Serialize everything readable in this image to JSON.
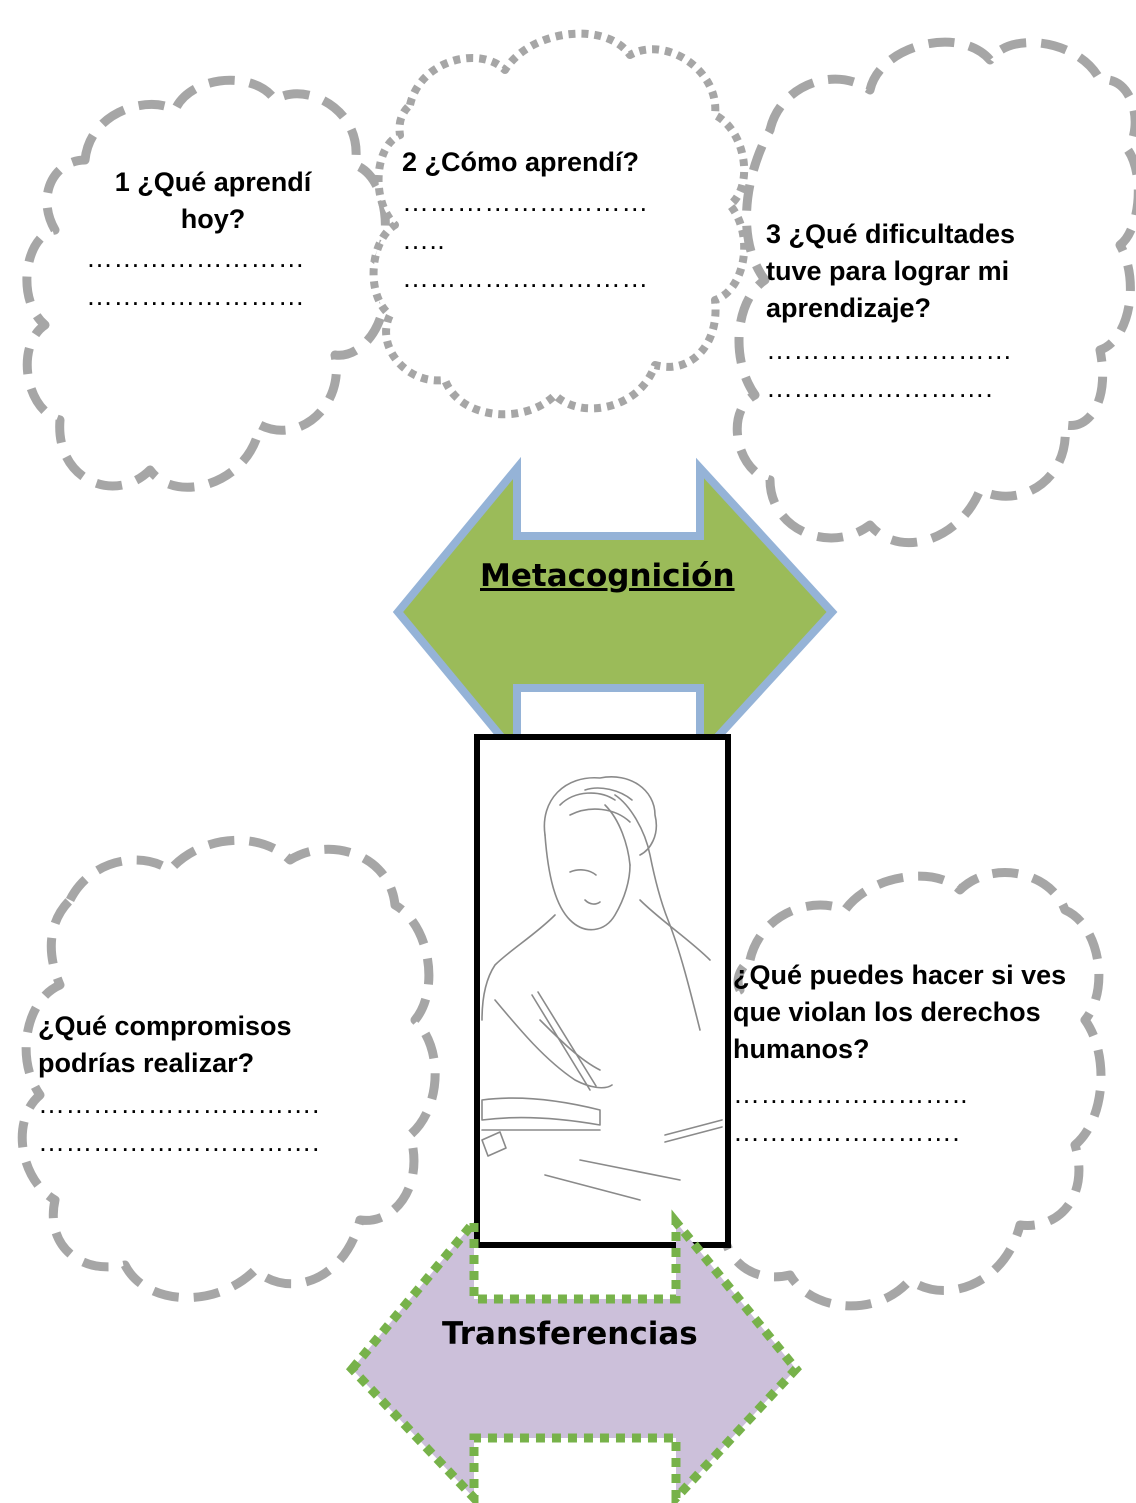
{
  "clouds": {
    "q1": {
      "title": "1 ¿Qué aprendí hoy?",
      "dots_1": "……………………",
      "dots_2": "……………………"
    },
    "q2": {
      "title": "2 ¿Cómo aprendí?",
      "dots_1": "………………………",
      "dots_2": "…..",
      "dots_3": "………………………"
    },
    "q3": {
      "title": "3 ¿Qué dificultades tuve para lograr mi aprendizaje?",
      "dots_1": "………………………",
      "dots_2": "……………………."
    },
    "commitments": {
      "title": "¿Qué compromisos podrías realizar?",
      "dots_1": "………………………….",
      "dots_2": "…………………………."
    },
    "rights": {
      "title": "¿Qué puedes hacer si ves que violan los derechos humanos?",
      "dots_1": "……………………..",
      "dots_2": "……………………."
    }
  },
  "arrows": {
    "metacognition": "Metacognición",
    "transfers": "Transferencias"
  },
  "colors": {
    "cloud_outline": "#a6a6a6",
    "metacognition_fill": "#9bbb59",
    "metacognition_border": "#95b3d7",
    "transfers_fill": "#ccc0da",
    "transfers_border": "#77b24a",
    "frame": "#000000"
  },
  "illustration": {
    "subject": "line drawing of a person studying with hand on head"
  }
}
